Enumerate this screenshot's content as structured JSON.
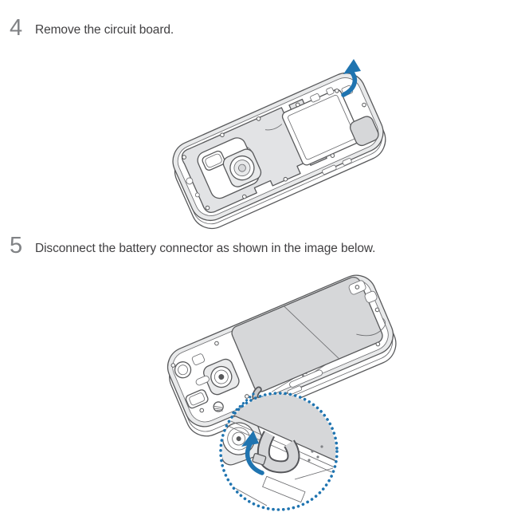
{
  "page": {
    "type": "instruction-manual-page",
    "background": "#ffffff"
  },
  "steps": [
    {
      "number": "4",
      "text": "Remove the circuit board.",
      "illustration": "phone-midframe-with-lift-arrow"
    },
    {
      "number": "5",
      "text": "Disconnect the battery connector as shown in the image below.",
      "illustration": "phone-battery-with-connector-callout"
    }
  ],
  "icons": {
    "lift_arrow": "curved-up-arrow",
    "callout_ring": "dotted-magnifier-circle",
    "connector_arrow": "curved-up-arrow"
  },
  "colors": {
    "accent_blue": "#1f74b0",
    "step_number": "#808285",
    "body_text": "#414042",
    "line_art": "#58595b",
    "fill_light": "#e9eaeb",
    "fill_mid": "#d6d7d9",
    "background": "#ffffff"
  }
}
